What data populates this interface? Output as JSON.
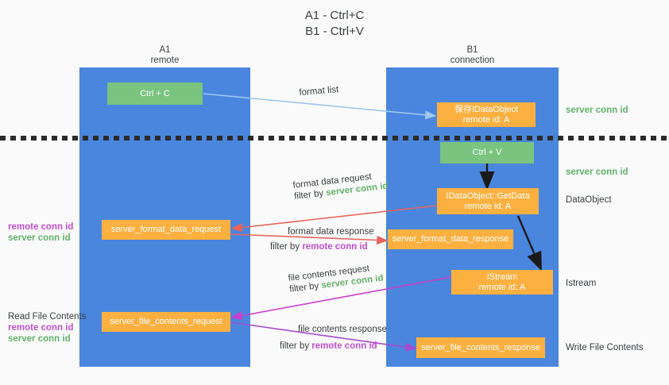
{
  "title": {
    "line1": "A1 - Ctrl+C",
    "line2": "B1 - Ctrl+V"
  },
  "lanes": [
    {
      "id": "a1",
      "name": "A1",
      "role": "remote"
    },
    {
      "id": "b1",
      "name": "B1",
      "role": "connection"
    }
  ],
  "colors": {
    "lane_blue": "#4a86dd",
    "node_green": "#7ac47f",
    "node_orange": "#fcb040",
    "server_conn_green": "#62b36a",
    "remote_conn_purple": "#c14fd0",
    "arrow_blue": "#9dc8ef",
    "arrow_red": "#e8645a",
    "arrow_magenta": "#cc3fcc",
    "arrow_purple": "#a64bd0",
    "arrow_black": "#1a1a1a",
    "divider_black": "#2b2b2b",
    "text_dark": "#3c4043",
    "background": "#fafafa"
  },
  "nodes": [
    {
      "id": "ctrl-c",
      "lane": "a1",
      "style": "green",
      "label": "Ctrl + C",
      "sub": ""
    },
    {
      "id": "save-idataobject",
      "lane": "b1",
      "style": "orange",
      "label": "保存IDataObject",
      "sub": "remote id: A"
    },
    {
      "id": "ctrl-v",
      "lane": "b1",
      "style": "green",
      "label": "Ctrl + V",
      "sub": ""
    },
    {
      "id": "idataobject-getdata",
      "lane": "b1",
      "style": "orange",
      "label": "IDataObject::GetData",
      "sub": "remote id: A"
    },
    {
      "id": "server-format-data-request",
      "lane": "a1",
      "style": "orange",
      "label": "server_format_data_request",
      "sub": ""
    },
    {
      "id": "server-format-data-response",
      "lane": "b1",
      "style": "orange",
      "label": "server_format_data_response",
      "sub": ""
    },
    {
      "id": "istream",
      "lane": "b1",
      "style": "orange",
      "label": "IStream",
      "sub": "remote id: A"
    },
    {
      "id": "server-file-contents-request",
      "lane": "a1",
      "style": "orange",
      "label": "server_file_contents_request",
      "sub": ""
    },
    {
      "id": "server-file-contents-response",
      "lane": "b1",
      "style": "orange",
      "label": "server_file_contents_response",
      "sub": ""
    }
  ],
  "right_annotations": [
    {
      "id": "server-conn-id-top",
      "text": "server conn id",
      "kind": "green"
    },
    {
      "id": "server-conn-id-second",
      "text": "server conn id",
      "kind": "green"
    },
    {
      "id": "dataobject",
      "text": "DataObject",
      "kind": "plain"
    },
    {
      "id": "istream-label",
      "text": "Istream",
      "kind": "plain"
    },
    {
      "id": "write-file-contents",
      "text": "Write File Contents",
      "kind": "plain"
    }
  ],
  "left_annotations": [
    {
      "id": "format-request-conn-ids",
      "lines": [
        {
          "text": "remote conn id",
          "kind": "purple"
        },
        {
          "text": "server conn id",
          "kind": "green"
        }
      ]
    },
    {
      "id": "read-file-contents",
      "lines": [
        {
          "text": "Read File Contents",
          "kind": "plain"
        },
        {
          "text": "remote conn id",
          "kind": "purple"
        },
        {
          "text": "server conn id",
          "kind": "green"
        }
      ]
    }
  ],
  "edge_labels": [
    {
      "id": "format-list",
      "prefix": "format list",
      "filter_prefix": "",
      "filter_target": "",
      "filter_kind": ""
    },
    {
      "id": "format-data-request",
      "prefix": "format data request",
      "filter_prefix": "filter by ",
      "filter_target": "server conn id",
      "filter_kind": "green"
    },
    {
      "id": "format-data-response",
      "prefix": "format data response",
      "filter_prefix": "filter by ",
      "filter_target": "remote conn id",
      "filter_kind": "purple"
    },
    {
      "id": "file-contents-request",
      "prefix": "file contents request",
      "filter_prefix": "filter by ",
      "filter_target": "server conn id",
      "filter_kind": "green"
    },
    {
      "id": "file-contents-response",
      "prefix": "file contents response",
      "filter_prefix": "filter by ",
      "filter_target": "remote conn id",
      "filter_kind": "purple"
    }
  ]
}
